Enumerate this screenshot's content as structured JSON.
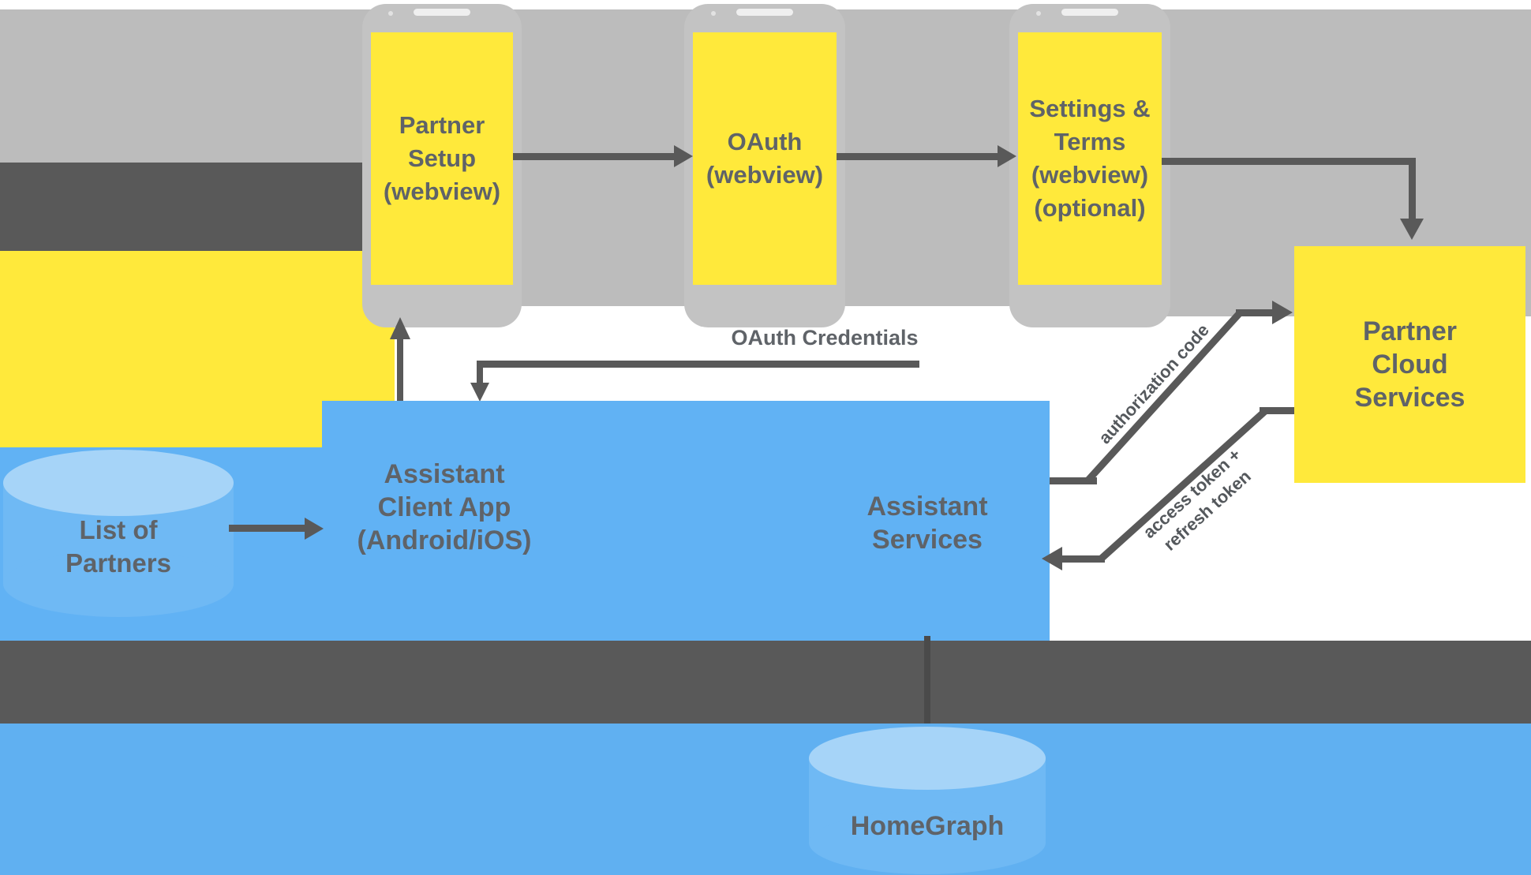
{
  "diagram": {
    "webviews": [
      {
        "id": "partner-setup",
        "label": "Partner\nSetup\n(webview)"
      },
      {
        "id": "oauth",
        "label": "OAuth\n(webview)"
      },
      {
        "id": "settings-terms",
        "label": "Settings &\nTerms\n(webview)\n(optional)"
      }
    ],
    "nodes": {
      "partner_cloud": "Partner\nCloud\nServices",
      "assistant_client": "Assistant\nClient App\n(Android/iOS)",
      "assistant_services": "Assistant\nServices",
      "list_of_partners": "List of\nPartners",
      "homegraph": "HomeGraph"
    },
    "edge_labels": {
      "oauth_credentials": "OAuth Credentials",
      "assistant_to_partner_cloud": "authorization code",
      "partner_cloud_to_assistant": "access token +\nrefresh token"
    },
    "colors": {
      "webview_band_gray": "#bcbcbc",
      "phone_frame_gray": "#c3c3c3",
      "dark_gray": "#595959",
      "yellow": "#ffe93b",
      "blue": "#61b2f4",
      "cylinder_blue": "#6fb9f4",
      "cylinder_top_blue": "#a6d4f8",
      "text_gray": "#5f6368"
    }
  }
}
